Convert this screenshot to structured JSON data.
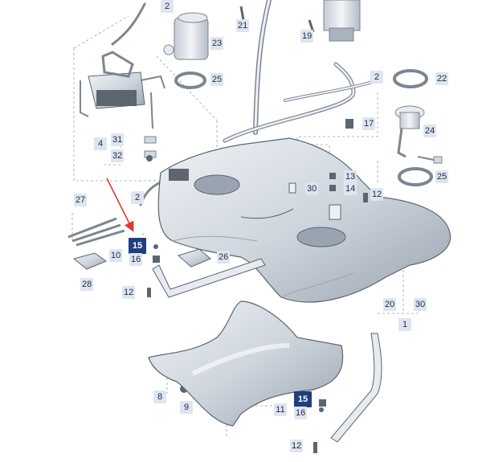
{
  "callouts": [
    "1",
    "2",
    "2",
    "2",
    "4",
    "8",
    "9",
    "10",
    "11",
    "12",
    "12",
    "12",
    "13",
    "14",
    "15",
    "15",
    "16",
    "16",
    "17",
    "19",
    "20",
    "21",
    "22",
    "23",
    "24",
    "25",
    "25",
    "26",
    "27",
    "28",
    "30",
    "30",
    "31",
    "32"
  ],
  "colors": {
    "line": "#7d8591",
    "part": "#d3d9e1",
    "partDark": "#a9b2bd",
    "callout": "#dfe5f0",
    "highlight": "#1f3f80",
    "arrow": "#e0392b"
  }
}
